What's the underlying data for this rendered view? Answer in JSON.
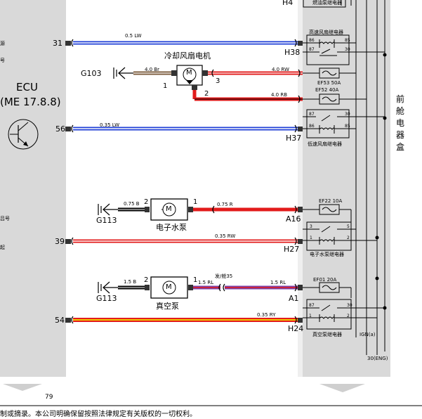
{
  "ecu": {
    "name": "ECU",
    "model": "(ME 17.8.8)",
    "side_fragments": [
      "源",
      "号",
      "吕号",
      "起"
    ],
    "pins": {
      "p31": "31",
      "p56": "56",
      "p39": "39",
      "p54": "54"
    }
  },
  "front_box": {
    "title": [
      "前",
      "舱",
      "电",
      "器",
      "盒"
    ],
    "top_relay_label": "燃油泵继电器",
    "relays": {
      "high_speed": {
        "name": "高速风扇继电器",
        "pins": [
          "86",
          "85",
          "87",
          "30"
        ]
      },
      "low_speed": {
        "name": "低速风扇继电器",
        "pins": [
          "87",
          "30",
          "86",
          "85"
        ]
      },
      "water_pump": {
        "name": "电子水泵继电器",
        "pins": [
          "3",
          "5",
          "1",
          "2"
        ]
      },
      "vacuum_pump": {
        "name": "真空泵继电器",
        "pins": [
          "87",
          "30",
          "1",
          "2"
        ]
      }
    },
    "fuses": {
      "ef53": "EF53  50A",
      "ef52": "EF52  40A",
      "ef22": "EF22  10A",
      "ef01": "EF01  20A"
    },
    "bus_labels": {
      "ign": "IGN(a)",
      "eng": "30(ENG)"
    }
  },
  "connectors": {
    "h4": "H4",
    "h38": "H38",
    "h37": "H37",
    "a16": "A16",
    "h27": "H27",
    "a1": "A1",
    "h24": "H24"
  },
  "grounds": {
    "g103": "G103",
    "g113a": "G113",
    "g113b": "G113"
  },
  "components": {
    "fan_motor": {
      "name": "冷却风扇电机",
      "pins": [
        "1",
        "2",
        "3"
      ]
    },
    "water_pump": {
      "name": "电子水泵",
      "pins": [
        "2",
        "1"
      ]
    },
    "vacuum_pump": {
      "name": "真空泵",
      "pins": [
        "2",
        "1"
      ]
    },
    "motor_symbol": "M"
  },
  "wires": {
    "w31": "0.5 LW",
    "fan_ground": "4.0 Br",
    "fan_pin3": "4.0 RW",
    "fan_pin2": "4.0 RB",
    "w56": "0.35 LW",
    "wp_ground": "0.75 B",
    "wp_supply": "0.75 R",
    "w39": "0.35 RW",
    "vp_ground": "1.5 B",
    "vp_supply_a": "1.5 RL",
    "vp_supply_b": "1.5 RL",
    "vp_note": "发/舱35",
    "w54": "0.35 RY"
  },
  "colors": {
    "blue": "#1f3fd6",
    "red": "#e21b1b",
    "purple": "#7a3fa8",
    "yellow": "#f0c800",
    "brown": "#7a5a3a",
    "panel": "#d9d9d9"
  },
  "footer": {
    "page_number": "79",
    "copyright": "制或摘录。本公司明确保留按照法律规定有关版权的一切权利。"
  }
}
